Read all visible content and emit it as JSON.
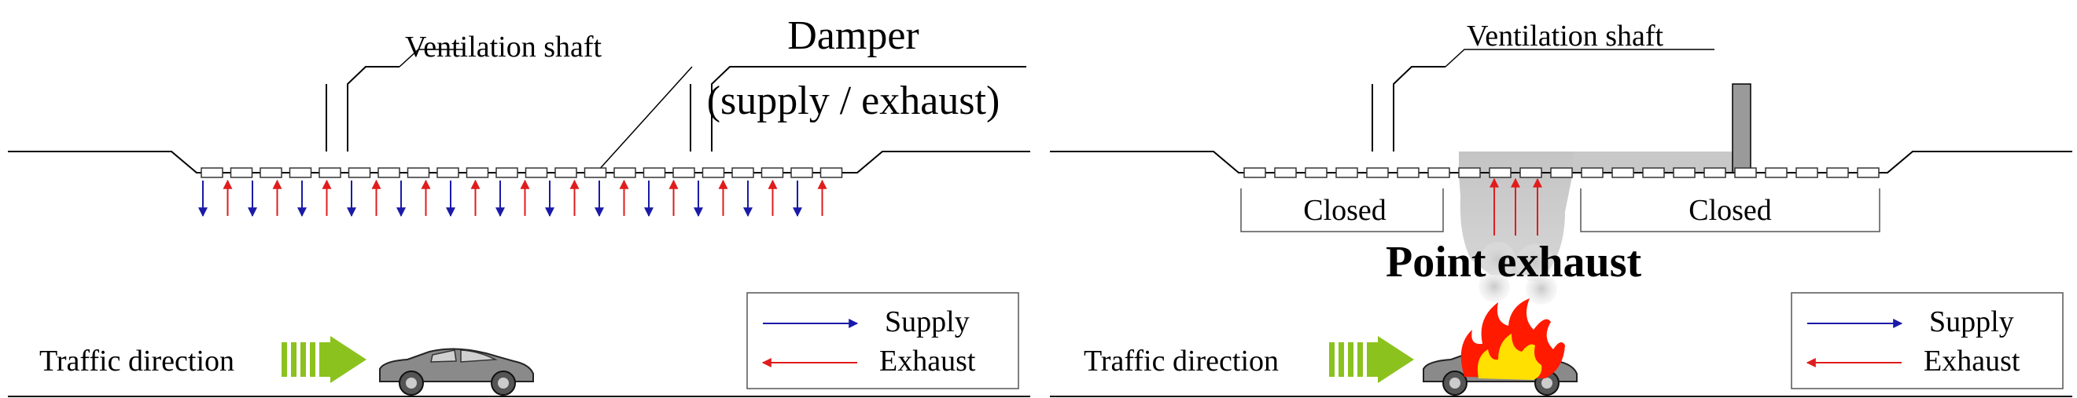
{
  "left_panel": {
    "shaft_label": "Ventilation shaft",
    "damper_label_line1": "Damper",
    "damper_label_line2": "(supply / exhaust)",
    "traffic_label": "Traffic direction",
    "legend": {
      "supply": "Supply",
      "exhaust": "Exhaust"
    }
  },
  "right_panel": {
    "shaft_label": "Ventilation shaft",
    "closed_left": "Closed",
    "closed_right": "Closed",
    "point_exhaust": "Point exhaust",
    "traffic_label": "Traffic direction",
    "legend": {
      "supply": "Supply",
      "exhaust": "Exhaust"
    }
  },
  "colors": {
    "supply": "#1a1aa8",
    "exhaust": "#e01c1c",
    "traffic_arrow": "#8cc21e",
    "smoke": "#c8c8c8",
    "fire_outer": "#ff1a00",
    "fire_inner": "#ffe000"
  },
  "icons": [
    "traffic-arrow-icon",
    "car-icon",
    "fire-icon",
    "smoke-plume-icon",
    "damper-icon"
  ]
}
